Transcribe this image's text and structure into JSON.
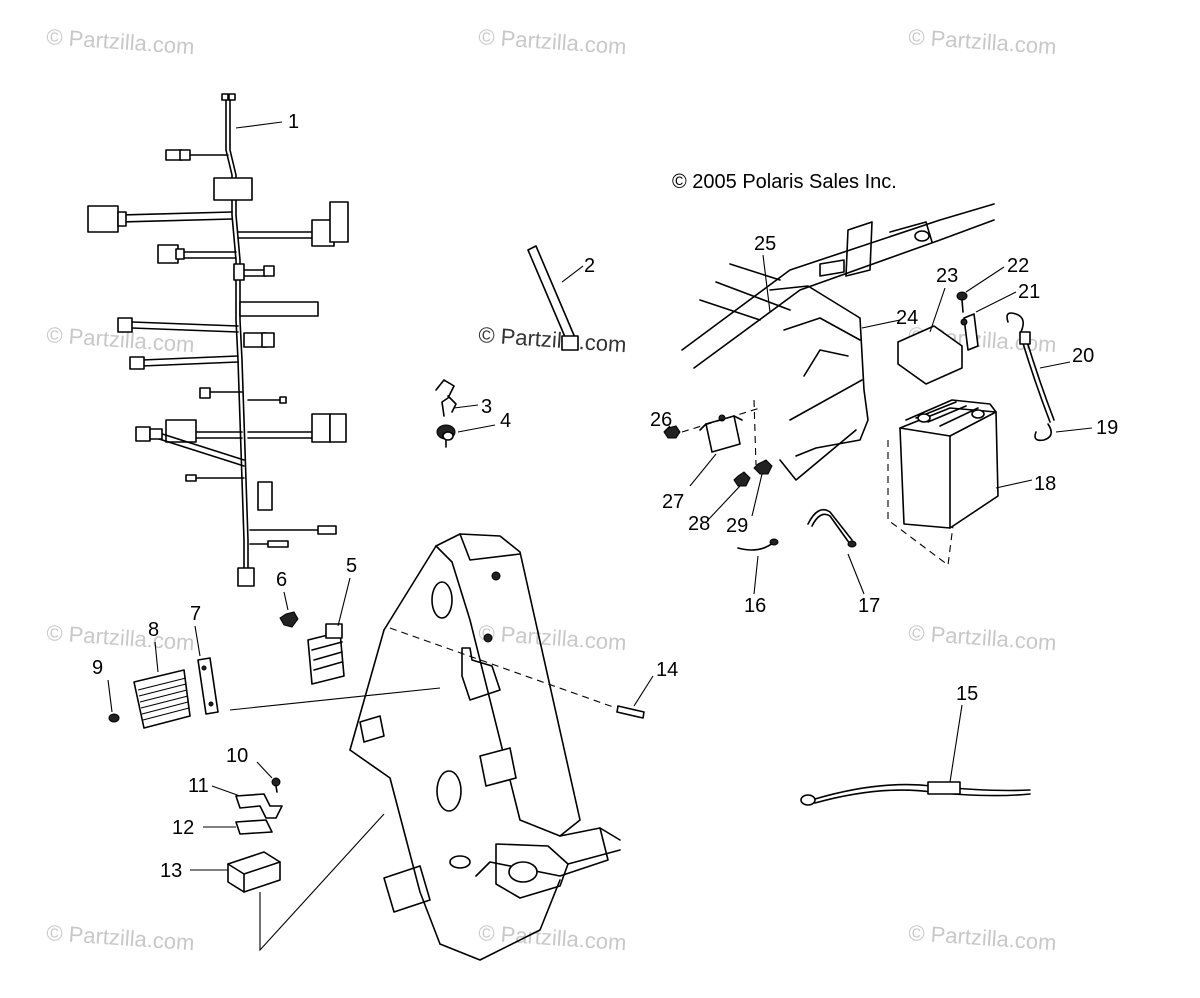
{
  "copyright": "© 2005 Polaris Sales Inc.",
  "watermark": "© Partzilla.com",
  "callouts": [
    "1",
    "2",
    "3",
    "4",
    "5",
    "6",
    "7",
    "8",
    "9",
    "10",
    "11",
    "12",
    "13",
    "14",
    "15",
    "16",
    "17",
    "18",
    "19",
    "20",
    "21",
    "22",
    "23",
    "24",
    "25",
    "26",
    "27",
    "28",
    "29"
  ],
  "colors": {
    "line": "#000000",
    "watermark": "#c8c8c8",
    "background": "#ffffff"
  }
}
